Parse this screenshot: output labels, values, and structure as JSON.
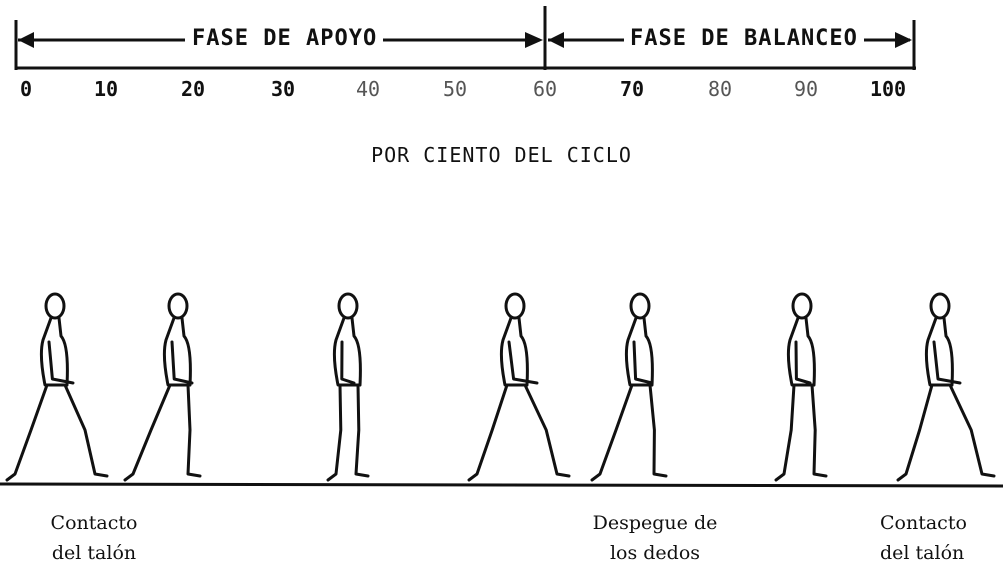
{
  "diagram": {
    "phases": {
      "stance": "FASE DE APOYO",
      "swing": "FASE DE BALANCEO"
    },
    "ticks": [
      "0",
      "10",
      "20",
      "30",
      "40",
      "50",
      "60",
      "70",
      "80",
      "90",
      "100"
    ],
    "axis_title": "POR CIENTO DEL CICLO",
    "captions": {
      "heel_contact_left": {
        "line1": "Contacto",
        "line2": "del talón"
      },
      "toe_off": {
        "line1": "Despegue de",
        "line2": "los dedos"
      },
      "heel_contact_right": {
        "line1": "Contacto",
        "line2": "del talón"
      }
    },
    "figures": 7
  }
}
